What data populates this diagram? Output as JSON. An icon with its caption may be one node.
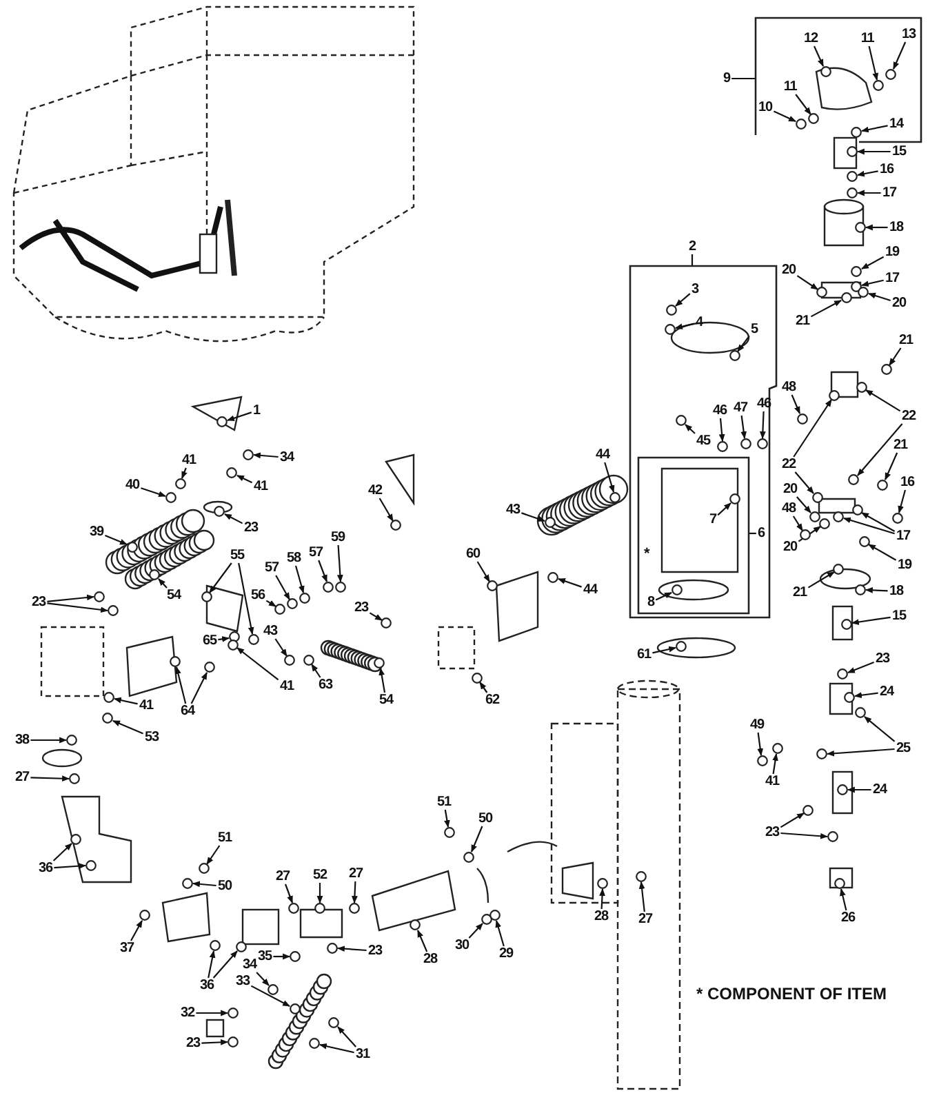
{
  "diagram": {
    "nodes": [
      {
        "text": [],
        "shape": "box"
      },
      {
        "text": [],
        "shape": "box"
      },
      {
        "text": [],
        "shape": "box",
        "in": 1
      },
      {
        "text": [
          "9"
        ]
      },
      {
        "text": [
          "12"
        ],
        "in": 0
      },
      {
        "text": [
          "11"
        ],
        "in": 0
      },
      {
        "text": [
          "13"
        ],
        "in": 0
      },
      {
        "text": [
          "11"
        ],
        "in": 0
      },
      {
        "text": [
          "10"
        ],
        "in": 0
      },
      {
        "text": [
          "14"
        ],
        "in": 0
      },
      {
        "text": [
          "15"
        ]
      },
      {
        "text": [
          "16"
        ]
      },
      {
        "text": [
          "17"
        ]
      },
      {
        "text": [
          "18"
        ]
      },
      {
        "text": [
          "2"
        ]
      },
      {
        "text": [
          "19"
        ]
      },
      {
        "text": [
          "20"
        ]
      },
      {
        "text": [
          "17"
        ]
      },
      {
        "text": [
          "3"
        ],
        "in": 1
      },
      {
        "text": [
          "20"
        ]
      },
      {
        "text": [
          "21"
        ]
      },
      {
        "text": [
          "4"
        ],
        "in": 1
      },
      {
        "text": [
          "5"
        ],
        "in": 1
      },
      {
        "text": [
          "21"
        ]
      },
      {
        "text": [
          "48"
        ]
      },
      {
        "text": [
          "46"
        ],
        "in": 1
      },
      {
        "text": [
          "47"
        ],
        "in": 1
      },
      {
        "text": [
          "46"
        ],
        "in": 1
      },
      {
        "text": [
          "22"
        ]
      },
      {
        "text": [
          "45"
        ],
        "in": 1
      },
      {
        "text": [
          "21"
        ]
      },
      {
        "text": [
          "44"
        ]
      },
      {
        "text": [
          "1"
        ]
      },
      {
        "text": [
          "34"
        ]
      },
      {
        "text": [
          "41"
        ]
      },
      {
        "text": [
          "22"
        ]
      },
      {
        "text": [
          "16"
        ]
      },
      {
        "text": [
          "41"
        ]
      },
      {
        "text": [
          "40"
        ]
      },
      {
        "text": [
          "20"
        ]
      },
      {
        "text": [
          "42"
        ]
      },
      {
        "text": [
          "48"
        ]
      },
      {
        "text": [
          "43"
        ]
      },
      {
        "text": [
          "7"
        ],
        "in": 2
      },
      {
        "text": [
          "23"
        ]
      },
      {
        "text": [
          "39"
        ]
      },
      {
        "text": [
          "6"
        ],
        "in": 1
      },
      {
        "text": [
          "17"
        ]
      },
      {
        "text": [
          "59"
        ]
      },
      {
        "text": [
          "20"
        ]
      },
      {
        "text": [
          "60"
        ]
      },
      {
        "text": [
          "55"
        ]
      },
      {
        "text": [
          "58"
        ]
      },
      {
        "text": [
          "57"
        ]
      },
      {
        "text": [
          "19"
        ]
      },
      {
        "text": [
          "57"
        ]
      },
      {
        "text": [
          "44"
        ]
      },
      {
        "text": [
          "21"
        ]
      },
      {
        "text": [
          "18"
        ]
      },
      {
        "text": [
          "54"
        ]
      },
      {
        "text": [
          "56"
        ]
      },
      {
        "text": [
          "8"
        ],
        "in": 2
      },
      {
        "text": [
          "23"
        ]
      },
      {
        "text": [
          "23"
        ]
      },
      {
        "text": [
          "15"
        ]
      },
      {
        "text": [
          "43"
        ]
      },
      {
        "text": [
          "65"
        ]
      },
      {
        "text": [
          "61"
        ]
      },
      {
        "text": [
          "23"
        ]
      },
      {
        "text": [
          "41"
        ]
      },
      {
        "text": [
          "63"
        ]
      },
      {
        "text": [
          "24"
        ]
      },
      {
        "text": [
          "54"
        ]
      },
      {
        "text": [
          "62"
        ]
      },
      {
        "text": [
          "41"
        ]
      },
      {
        "text": [
          "64"
        ]
      },
      {
        "text": [
          "49"
        ]
      },
      {
        "text": [
          "53"
        ]
      },
      {
        "text": [
          "38"
        ]
      },
      {
        "text": [
          "25"
        ]
      },
      {
        "text": [
          "41"
        ]
      },
      {
        "text": [
          "27"
        ]
      },
      {
        "text": [
          "24"
        ]
      },
      {
        "text": [
          "51"
        ]
      },
      {
        "text": [
          "50"
        ]
      },
      {
        "text": [
          "23"
        ]
      },
      {
        "text": [
          "51"
        ]
      },
      {
        "text": [
          "36"
        ]
      },
      {
        "text": [
          "27"
        ]
      },
      {
        "text": [
          "52"
        ]
      },
      {
        "text": [
          "27"
        ]
      },
      {
        "text": [
          "50"
        ]
      },
      {
        "text": [
          "28"
        ]
      },
      {
        "text": [
          "27"
        ]
      },
      {
        "text": [
          "26"
        ]
      },
      {
        "text": [
          "30"
        ]
      },
      {
        "text": [
          "37"
        ]
      },
      {
        "text": [
          "23"
        ]
      },
      {
        "text": [
          "29"
        ]
      },
      {
        "text": [
          "35"
        ]
      },
      {
        "text": [
          "28"
        ]
      },
      {
        "text": [
          "34"
        ]
      },
      {
        "text": [
          "33"
        ]
      },
      {
        "text": [
          "36"
        ]
      },
      {
        "text": [
          "32"
        ]
      },
      {
        "text": [
          "23"
        ]
      },
      {
        "text": [
          "31"
        ]
      },
      {
        "text": [],
        "shape": "circle",
        "in": 0
      },
      {
        "text": [],
        "shape": "circle",
        "in": 0
      },
      {
        "text": [],
        "shape": "circle",
        "in": 0
      },
      {
        "text": [],
        "shape": "circle",
        "in": 0
      },
      {
        "text": [],
        "shape": "circle",
        "in": 0
      },
      {
        "text": [],
        "shape": "circle",
        "in": 0
      },
      {
        "text": [],
        "shape": "circle"
      },
      {
        "text": [],
        "shape": "circle"
      },
      {
        "text": [],
        "shape": "circle"
      },
      {
        "text": [],
        "shape": "circle"
      },
      {
        "text": [],
        "shape": "circle"
      },
      {
        "text": [],
        "shape": "circle"
      },
      {
        "text": [],
        "shape": "circle"
      },
      {
        "text": [],
        "shape": "circle",
        "in": 1
      },
      {
        "text": [],
        "shape": "circle"
      },
      {
        "text": [],
        "shape": "circle"
      },
      {
        "text": [],
        "shape": "circle",
        "in": 1
      },
      {
        "text": [],
        "shape": "circle",
        "in": 1
      },
      {
        "text": [],
        "shape": "circle"
      },
      {
        "text": [],
        "shape": "circle"
      },
      {
        "text": [],
        "shape": "circle",
        "in": 1
      },
      {
        "text": [],
        "shape": "circle",
        "in": 1
      },
      {
        "text": [],
        "shape": "circle",
        "in": 1
      },
      {
        "text": [],
        "shape": "circle"
      },
      {
        "text": [],
        "shape": "circle"
      },
      {
        "text": [],
        "shape": "circle",
        "in": 1
      },
      {
        "text": [],
        "shape": "circle"
      },
      {
        "text": [],
        "shape": "circle"
      },
      {
        "text": [],
        "shape": "circle"
      },
      {
        "text": [],
        "shape": "circle"
      },
      {
        "text": [],
        "shape": "circle"
      },
      {
        "text": [],
        "shape": "circle"
      },
      {
        "text": [],
        "shape": "circle"
      },
      {
        "text": [],
        "shape": "circle"
      },
      {
        "text": [],
        "shape": "circle"
      },
      {
        "text": [],
        "shape": "circle"
      },
      {
        "text": [],
        "shape": "circle"
      },
      {
        "text": [],
        "shape": "circle"
      },
      {
        "text": [],
        "shape": "circle"
      },
      {
        "text": [],
        "shape": "circle"
      },
      {
        "text": [],
        "shape": "circle",
        "in": 2
      },
      {
        "text": [],
        "shape": "circle"
      },
      {
        "text": [],
        "shape": "circle"
      },
      {
        "text": [],
        "shape": "circle"
      },
      {
        "text": [],
        "shape": "circle"
      },
      {
        "text": [],
        "shape": "circle"
      },
      {
        "text": [],
        "shape": "circle"
      },
      {
        "text": [],
        "shape": "circle"
      },
      {
        "text": [],
        "shape": "circle"
      },
      {
        "text": [],
        "shape": "circle"
      },
      {
        "text": [],
        "shape": "circle"
      },
      {
        "text": [],
        "shape": "circle"
      },
      {
        "text": [],
        "shape": "circle"
      },
      {
        "text": [],
        "shape": "circle"
      },
      {
        "text": [],
        "shape": "circle"
      },
      {
        "text": [],
        "shape": "circle"
      },
      {
        "text": [],
        "shape": "circle"
      },
      {
        "text": [],
        "shape": "circle"
      },
      {
        "text": [],
        "shape": "circle"
      },
      {
        "text": [],
        "shape": "circle",
        "in": 2
      },
      {
        "text": [],
        "shape": "circle"
      },
      {
        "text": [],
        "shape": "circle"
      },
      {
        "text": [],
        "shape": "circle"
      },
      {
        "text": [],
        "shape": "circle"
      },
      {
        "text": [],
        "shape": "circle"
      },
      {
        "text": [],
        "shape": "circle"
      },
      {
        "text": [],
        "shape": "circle"
      },
      {
        "text": [],
        "shape": "circle"
      },
      {
        "text": [],
        "shape": "circle"
      },
      {
        "text": [],
        "shape": "circle"
      },
      {
        "text": [],
        "shape": "circle"
      },
      {
        "text": [],
        "shape": "circle"
      },
      {
        "text": [],
        "shape": "circle"
      },
      {
        "text": [],
        "shape": "circle"
      },
      {
        "text": [],
        "shape": "circle"
      },
      {
        "text": [],
        "shape": "circle"
      },
      {
        "text": [],
        "shape": "circle"
      },
      {
        "text": [],
        "shape": "circle"
      },
      {
        "text": [],
        "shape": "circle"
      },
      {
        "text": [],
        "shape": "circle"
      },
      {
        "text": [],
        "shape": "circle"
      },
      {
        "text": [],
        "shape": "circle"
      },
      {
        "text": [],
        "shape": "circle"
      },
      {
        "text": [],
        "shape": "circle"
      },
      {
        "text": [],
        "shape": "circle"
      },
      {
        "text": [],
        "shape": "circle"
      },
      {
        "text": [],
        "shape": "circle"
      },
      {
        "text": [],
        "shape": "circle"
      },
      {
        "text": [],
        "shape": "circle"
      },
      {
        "text": [],
        "shape": "circle"
      },
      {
        "text": [],
        "shape": "circle"
      },
      {
        "text": [],
        "shape": "circle"
      },
      {
        "text": [],
        "shape": "circle"
      },
      {
        "text": [],
        "shape": "circle"
      },
      {
        "text": [],
        "shape": "circle"
      },
      {
        "text": [],
        "shape": "circle"
      },
      {
        "text": [],
        "shape": "circle"
      },
      {
        "text": [],
        "shape": "circle"
      },
      {
        "text": [],
        "shape": "circle"
      },
      {
        "text": [],
        "shape": "circle"
      },
      {
        "text": [],
        "shape": "circle"
      },
      {
        "text": [],
        "shape": "circle"
      },
      {
        "text": [],
        "shape": "circle"
      },
      {
        "text": [],
        "shape": "circle"
      },
      {
        "text": [],
        "shape": "circle"
      },
      {
        "text": [],
        "shape": "circle"
      },
      {
        "text": [],
        "shape": "circle"
      },
      {
        "text": [],
        "shape": "circle"
      },
      {
        "text": [],
        "shape": "circle"
      },
      {
        "text": [],
        "shape": "circle"
      },
      {
        "text": [],
        "shape": "circle"
      },
      {
        "text": [],
        "shape": "circle"
      }
    ],
    "edges": [
      {
        "from": 3,
        "to": 0,
        "arrow": "none"
      },
      {
        "from": 4,
        "to": 107,
        "arrow": "to"
      },
      {
        "from": 5,
        "to": 108,
        "arrow": "to"
      },
      {
        "from": 6,
        "to": 109,
        "arrow": "to"
      },
      {
        "from": 7,
        "to": 110,
        "arrow": "to"
      },
      {
        "from": 8,
        "to": 111,
        "arrow": "to"
      },
      {
        "from": 9,
        "to": 112,
        "arrow": "to"
      },
      {
        "from": 10,
        "to": 113,
        "arrow": "to"
      },
      {
        "from": 11,
        "to": 114,
        "arrow": "to"
      },
      {
        "from": 12,
        "to": 115,
        "arrow": "to"
      },
      {
        "from": 13,
        "to": 116,
        "arrow": "to"
      },
      {
        "from": 14,
        "to": 1,
        "arrow": "none"
      },
      {
        "from": 15,
        "to": 117,
        "arrow": "to"
      },
      {
        "from": 16,
        "to": 118,
        "arrow": "to"
      },
      {
        "from": 17,
        "to": 119,
        "arrow": "to"
      },
      {
        "from": 18,
        "to": 120,
        "arrow": "to"
      },
      {
        "from": 19,
        "to": 121,
        "arrow": "to"
      },
      {
        "from": 20,
        "to": 122,
        "arrow": "to"
      },
      {
        "from": 21,
        "to": 123,
        "arrow": "to"
      },
      {
        "from": 22,
        "to": 124,
        "arrow": "to"
      },
      {
        "from": 23,
        "to": 125,
        "arrow": "to"
      },
      {
        "from": 24,
        "to": 126,
        "arrow": "to"
      },
      {
        "from": 25,
        "to": 127,
        "arrow": "to"
      },
      {
        "from": 26,
        "to": 128,
        "arrow": "to"
      },
      {
        "from": 27,
        "to": 129,
        "arrow": "to"
      },
      {
        "from": 28,
        "to": 130,
        "arrow": "to"
      },
      {
        "from": 28,
        "to": 131,
        "arrow": "to"
      },
      {
        "from": 29,
        "to": 132,
        "arrow": "to"
      },
      {
        "from": 30,
        "to": 133,
        "arrow": "to"
      },
      {
        "from": 31,
        "to": 134,
        "arrow": "to"
      },
      {
        "from": 32,
        "to": 135,
        "arrow": "to"
      },
      {
        "from": 33,
        "to": 136,
        "arrow": "to"
      },
      {
        "from": 34,
        "to": 137,
        "arrow": "to"
      },
      {
        "from": 35,
        "to": 138,
        "arrow": "to"
      },
      {
        "from": 35,
        "to": 139,
        "arrow": "to"
      },
      {
        "from": 36,
        "to": 140,
        "arrow": "to"
      },
      {
        "from": 37,
        "to": 141,
        "arrow": "to"
      },
      {
        "from": 38,
        "to": 142,
        "arrow": "to"
      },
      {
        "from": 39,
        "to": 143,
        "arrow": "to"
      },
      {
        "from": 40,
        "to": 144,
        "arrow": "to"
      },
      {
        "from": 41,
        "to": 145,
        "arrow": "to"
      },
      {
        "from": 42,
        "to": 146,
        "arrow": "to"
      },
      {
        "from": 43,
        "to": 147,
        "arrow": "to"
      },
      {
        "from": 44,
        "to": 148,
        "arrow": "to"
      },
      {
        "from": 45,
        "to": 149,
        "arrow": "to"
      },
      {
        "from": 46,
        "to": 2,
        "arrow": "none"
      },
      {
        "from": 47,
        "to": 150,
        "arrow": "to"
      },
      {
        "from": 47,
        "to": 151,
        "arrow": "to"
      },
      {
        "from": 48,
        "to": 152,
        "arrow": "to"
      },
      {
        "from": 49,
        "to": 153,
        "arrow": "to"
      },
      {
        "from": 50,
        "to": 154,
        "arrow": "to"
      },
      {
        "from": 51,
        "to": 155,
        "arrow": "to"
      },
      {
        "from": 51,
        "to": 156,
        "arrow": "to"
      },
      {
        "from": 52,
        "to": 157,
        "arrow": "to"
      },
      {
        "from": 53,
        "to": 158,
        "arrow": "to"
      },
      {
        "from": 54,
        "to": 159,
        "arrow": "to"
      },
      {
        "from": 55,
        "to": 160,
        "arrow": "to"
      },
      {
        "from": 56,
        "to": 161,
        "arrow": "to"
      },
      {
        "from": 57,
        "to": 162,
        "arrow": "to"
      },
      {
        "from": 58,
        "to": 163,
        "arrow": "to"
      },
      {
        "from": 59,
        "to": 164,
        "arrow": "to"
      },
      {
        "from": 60,
        "to": 165,
        "arrow": "to"
      },
      {
        "from": 61,
        "to": 166,
        "arrow": "to"
      },
      {
        "from": 62,
        "to": 167,
        "arrow": "to"
      },
      {
        "from": 62,
        "to": 168,
        "arrow": "to"
      },
      {
        "from": 63,
        "to": 169,
        "arrow": "to"
      },
      {
        "from": 64,
        "to": 170,
        "arrow": "to"
      },
      {
        "from": 65,
        "to": 171,
        "arrow": "to"
      },
      {
        "from": 66,
        "to": 172,
        "arrow": "to"
      },
      {
        "from": 67,
        "to": 173,
        "arrow": "to"
      },
      {
        "from": 68,
        "to": 174,
        "arrow": "to"
      },
      {
        "from": 69,
        "to": 175,
        "arrow": "to"
      },
      {
        "from": 70,
        "to": 176,
        "arrow": "to"
      },
      {
        "from": 71,
        "to": 177,
        "arrow": "to"
      },
      {
        "from": 72,
        "to": 178,
        "arrow": "to"
      },
      {
        "from": 73,
        "to": 179,
        "arrow": "to"
      },
      {
        "from": 74,
        "to": 180,
        "arrow": "to"
      },
      {
        "from": 75,
        "to": 181,
        "arrow": "to"
      },
      {
        "from": 75,
        "to": 182,
        "arrow": "to"
      },
      {
        "from": 76,
        "to": 183,
        "arrow": "to"
      },
      {
        "from": 77,
        "to": 184,
        "arrow": "to"
      },
      {
        "from": 78,
        "to": 185,
        "arrow": "to"
      },
      {
        "from": 79,
        "to": 186,
        "arrow": "to"
      },
      {
        "from": 79,
        "to": 187,
        "arrow": "to"
      },
      {
        "from": 80,
        "to": 188,
        "arrow": "to"
      },
      {
        "from": 81,
        "to": 189,
        "arrow": "to"
      },
      {
        "from": 82,
        "to": 190,
        "arrow": "to"
      },
      {
        "from": 83,
        "to": 191,
        "arrow": "to"
      },
      {
        "from": 84,
        "to": 192,
        "arrow": "to"
      },
      {
        "from": 85,
        "to": 193,
        "arrow": "to"
      },
      {
        "from": 85,
        "to": 194,
        "arrow": "to"
      },
      {
        "from": 86,
        "to": 195,
        "arrow": "to"
      },
      {
        "from": 87,
        "to": 196,
        "arrow": "to"
      },
      {
        "from": 87,
        "to": 197,
        "arrow": "to"
      },
      {
        "from": 88,
        "to": 198,
        "arrow": "to"
      },
      {
        "from": 89,
        "to": 199,
        "arrow": "to"
      },
      {
        "from": 90,
        "to": 200,
        "arrow": "to"
      },
      {
        "from": 91,
        "to": 201,
        "arrow": "to"
      },
      {
        "from": 92,
        "to": 202,
        "arrow": "to"
      },
      {
        "from": 93,
        "to": 203,
        "arrow": "to"
      },
      {
        "from": 94,
        "to": 204,
        "arrow": "to"
      },
      {
        "from": 95,
        "to": 205,
        "arrow": "to"
      },
      {
        "from": 96,
        "to": 206,
        "arrow": "to"
      },
      {
        "from": 97,
        "to": 207,
        "arrow": "to"
      },
      {
        "from": 98,
        "to": 208,
        "arrow": "to"
      },
      {
        "from": 99,
        "to": 209,
        "arrow": "to"
      },
      {
        "from": 100,
        "to": 210,
        "arrow": "to"
      },
      {
        "from": 101,
        "to": 211,
        "arrow": "to"
      },
      {
        "from": 102,
        "to": 212,
        "arrow": "to"
      },
      {
        "from": 103,
        "to": 213,
        "arrow": "to"
      },
      {
        "from": 103,
        "to": 214,
        "arrow": "to"
      },
      {
        "from": 104,
        "to": 215,
        "arrow": "to"
      },
      {
        "from": 105,
        "to": 216,
        "arrow": "to"
      },
      {
        "from": 106,
        "to": 217,
        "arrow": "to"
      },
      {
        "from": 106,
        "to": 218,
        "arrow": "to"
      }
    ],
    "labels": [
      "*",
      "* COMPONENT OF ITEM"
    ]
  }
}
